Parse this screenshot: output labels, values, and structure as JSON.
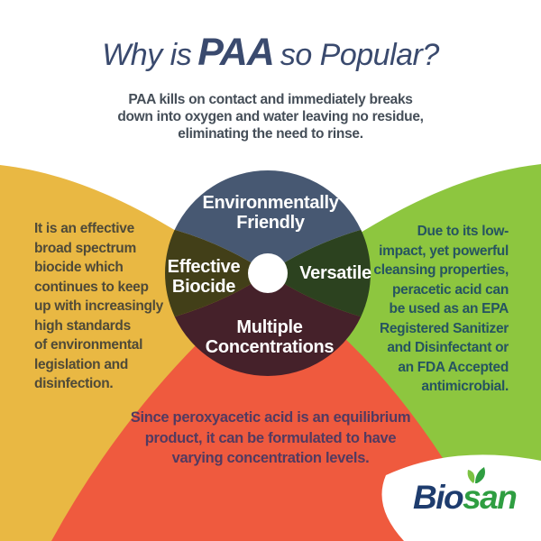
{
  "title": {
    "pre": "Why is",
    "em": "PAA",
    "post": "so Popular?",
    "color": "#3a4a6e"
  },
  "subtitle": {
    "color": "#454e58",
    "lines": [
      "PAA kills on contact and immediately breaks",
      "down into oxygen and water leaving no residue,",
      "eliminating the need to rinse."
    ]
  },
  "wheel": {
    "label_color": "#ffffff",
    "hub_color": "#ffffff",
    "top": {
      "color": "#475872",
      "lines": [
        "Environmentally",
        "Friendly"
      ]
    },
    "left": {
      "color": "#423f18",
      "lines": [
        "Effective",
        "Biocide"
      ]
    },
    "right": {
      "color": "#2c421f",
      "lines": [
        "Versatile"
      ]
    },
    "bottom": {
      "color": "#45212a",
      "lines": [
        "Multiple",
        "Concentrations"
      ]
    }
  },
  "panels": {
    "left": {
      "bg": "#e9b843",
      "text_color": "#4f4a38",
      "lines": [
        "It is an effective",
        "broad spectrum",
        "biocide which",
        "continues to keep",
        "up with increasingly",
        "high standards",
        "of environmental",
        "legislation and",
        "disinfection."
      ]
    },
    "right": {
      "bg": "#8dc63f",
      "text_color": "#265460",
      "lines": [
        "Due to its low-",
        "impact, yet powerful",
        "cleansing properties,",
        "peracetic acid can",
        "be used as an EPA",
        "Registered Sanitizer",
        "and Disinfectant or",
        "an FDA Accepted",
        "antimicrobial."
      ]
    },
    "bottom": {
      "bg": "#ef5a3e",
      "text_color": "#523a60",
      "lines": [
        "Since peroxyacetic acid is an equilibrium",
        "product, it can be formulated to have",
        "varying concentration levels."
      ]
    }
  },
  "logo": {
    "bio": "Bio",
    "san": "san",
    "bio_color": "#1e3c6e",
    "san_color": "#2f9e41",
    "leaf_light": "#7cc242",
    "leaf_dark": "#2f9e41",
    "blob_color": "#ffffff"
  }
}
